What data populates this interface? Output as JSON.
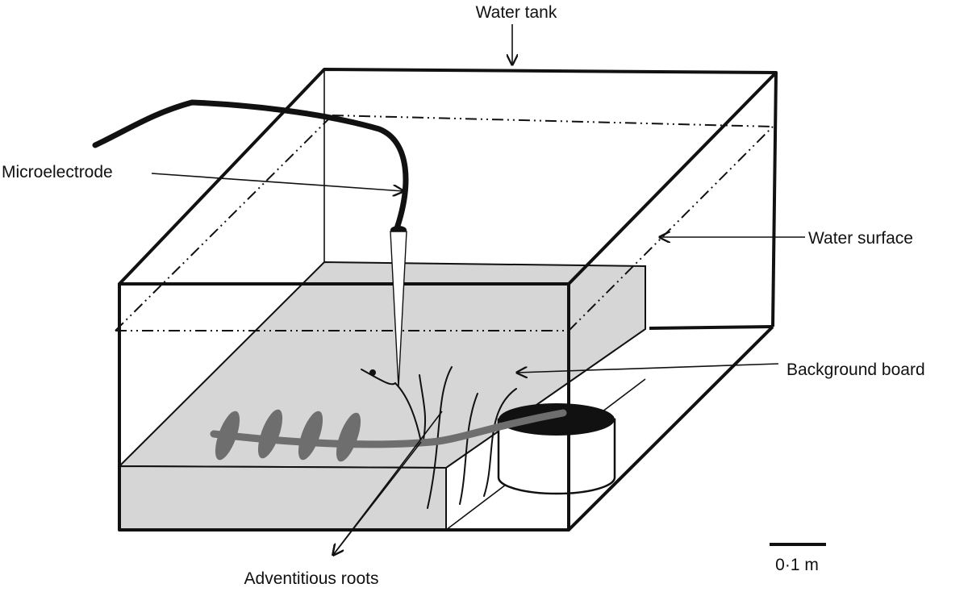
{
  "labels": {
    "water_tank": "Water tank",
    "microelectrode": "Microelectrode",
    "water_surface": "Water surface",
    "background_board": "Background board",
    "adventitious_roots": "Adventitious roots",
    "scale_bar": "0·1 m"
  },
  "colors": {
    "board_fill": "#d6d6d6",
    "stem": "#6e6e6e",
    "ink": "#111111",
    "container_top": "#111111"
  }
}
